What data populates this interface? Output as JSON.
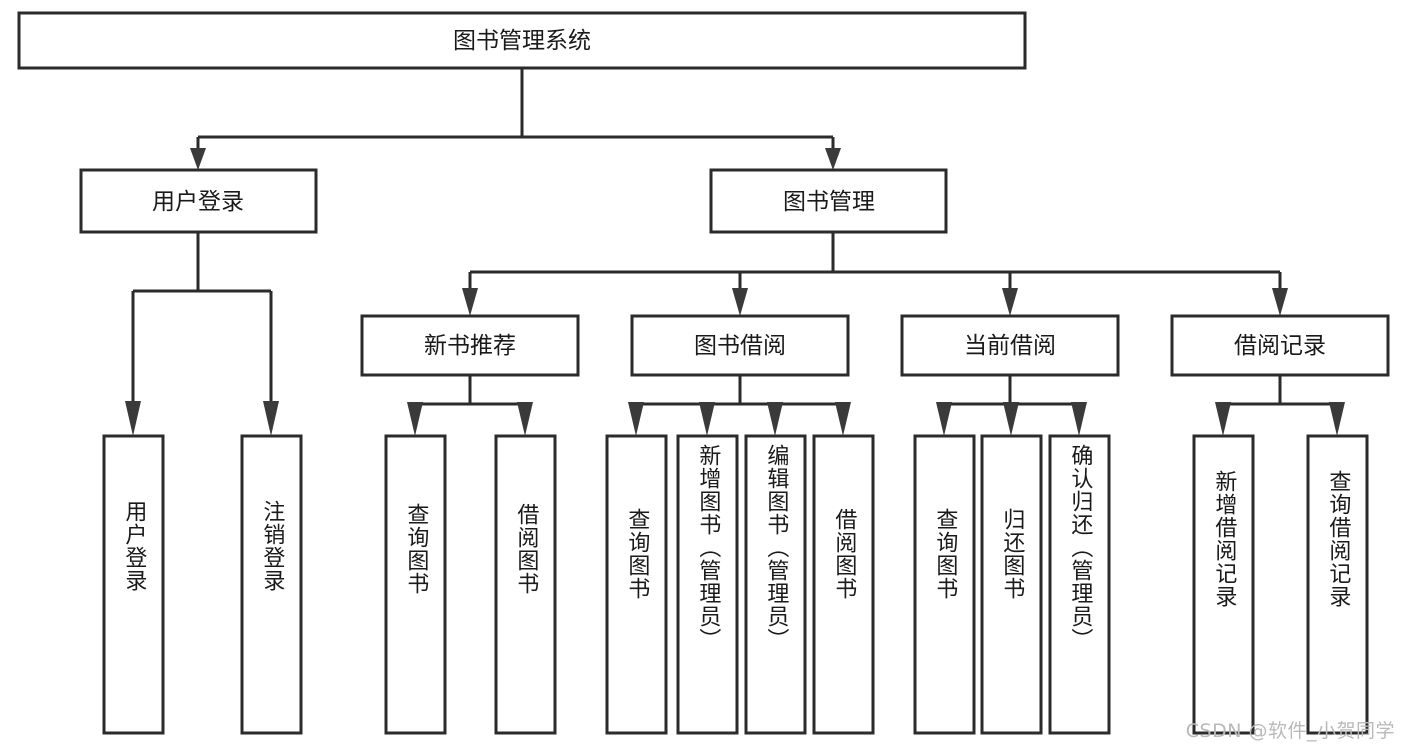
{
  "diagram": {
    "type": "tree",
    "title": "图书管理系统",
    "watermark": "CSDN @软件_小贺同学",
    "colors": {
      "stroke": "#2b2b2b",
      "fill": "#ffffff",
      "text": "#1a1a1a",
      "watermark": "#b9b9b9"
    },
    "root": {
      "label": "图书管理系统"
    },
    "level2": [
      {
        "label": "用户登录"
      },
      {
        "label": "图书管理"
      }
    ],
    "level3": [
      {
        "label": "新书推荐"
      },
      {
        "label": "图书借阅"
      },
      {
        "label": "当前借阅"
      },
      {
        "label": "借阅记录"
      }
    ],
    "leaves": {
      "user_login": [
        {
          "label": "用户登录"
        },
        {
          "label": "注销登录"
        }
      ],
      "new_book": [
        {
          "label": "查询图书"
        },
        {
          "label": "借阅图书"
        }
      ],
      "book_borrow": [
        {
          "label": "查询图书"
        },
        {
          "label": "新增图书（管理员）"
        },
        {
          "label": "编辑图书（管理员）"
        },
        {
          "label": "借阅图书"
        }
      ],
      "current_borrow": [
        {
          "label": "查询图书"
        },
        {
          "label": "归还图书"
        },
        {
          "label": "确认归还（管理员）"
        }
      ],
      "borrow_record": [
        {
          "label": "新增借阅记录"
        },
        {
          "label": "查询借阅记录"
        }
      ]
    }
  }
}
